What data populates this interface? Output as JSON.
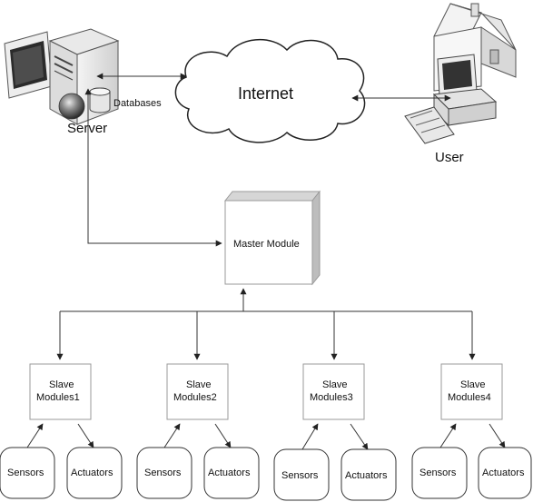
{
  "nodes": {
    "server": "Server",
    "databases": "Databases",
    "internet": "Internet",
    "user": "User",
    "master": "Master Module",
    "slaves": [
      {
        "line1": "Slave",
        "line2": "Modules1",
        "sensors": "Sensors",
        "actuators": "Actuators"
      },
      {
        "line1": "Slave",
        "line2": "Modules2",
        "sensors": "Sensors",
        "actuators": "Actuators"
      },
      {
        "line1": "Slave",
        "line2": "Modules3",
        "sensors": "Sensors",
        "actuators": "Actuators"
      },
      {
        "line1": "Slave",
        "line2": "Modules4",
        "sensors": "Sensors",
        "actuators": "Actuators"
      }
    ]
  },
  "colors": {
    "line": "#333333",
    "box_border": "#9a9a9a",
    "master_side": "#bdbdbd",
    "master_top": "#d6d6d6"
  }
}
